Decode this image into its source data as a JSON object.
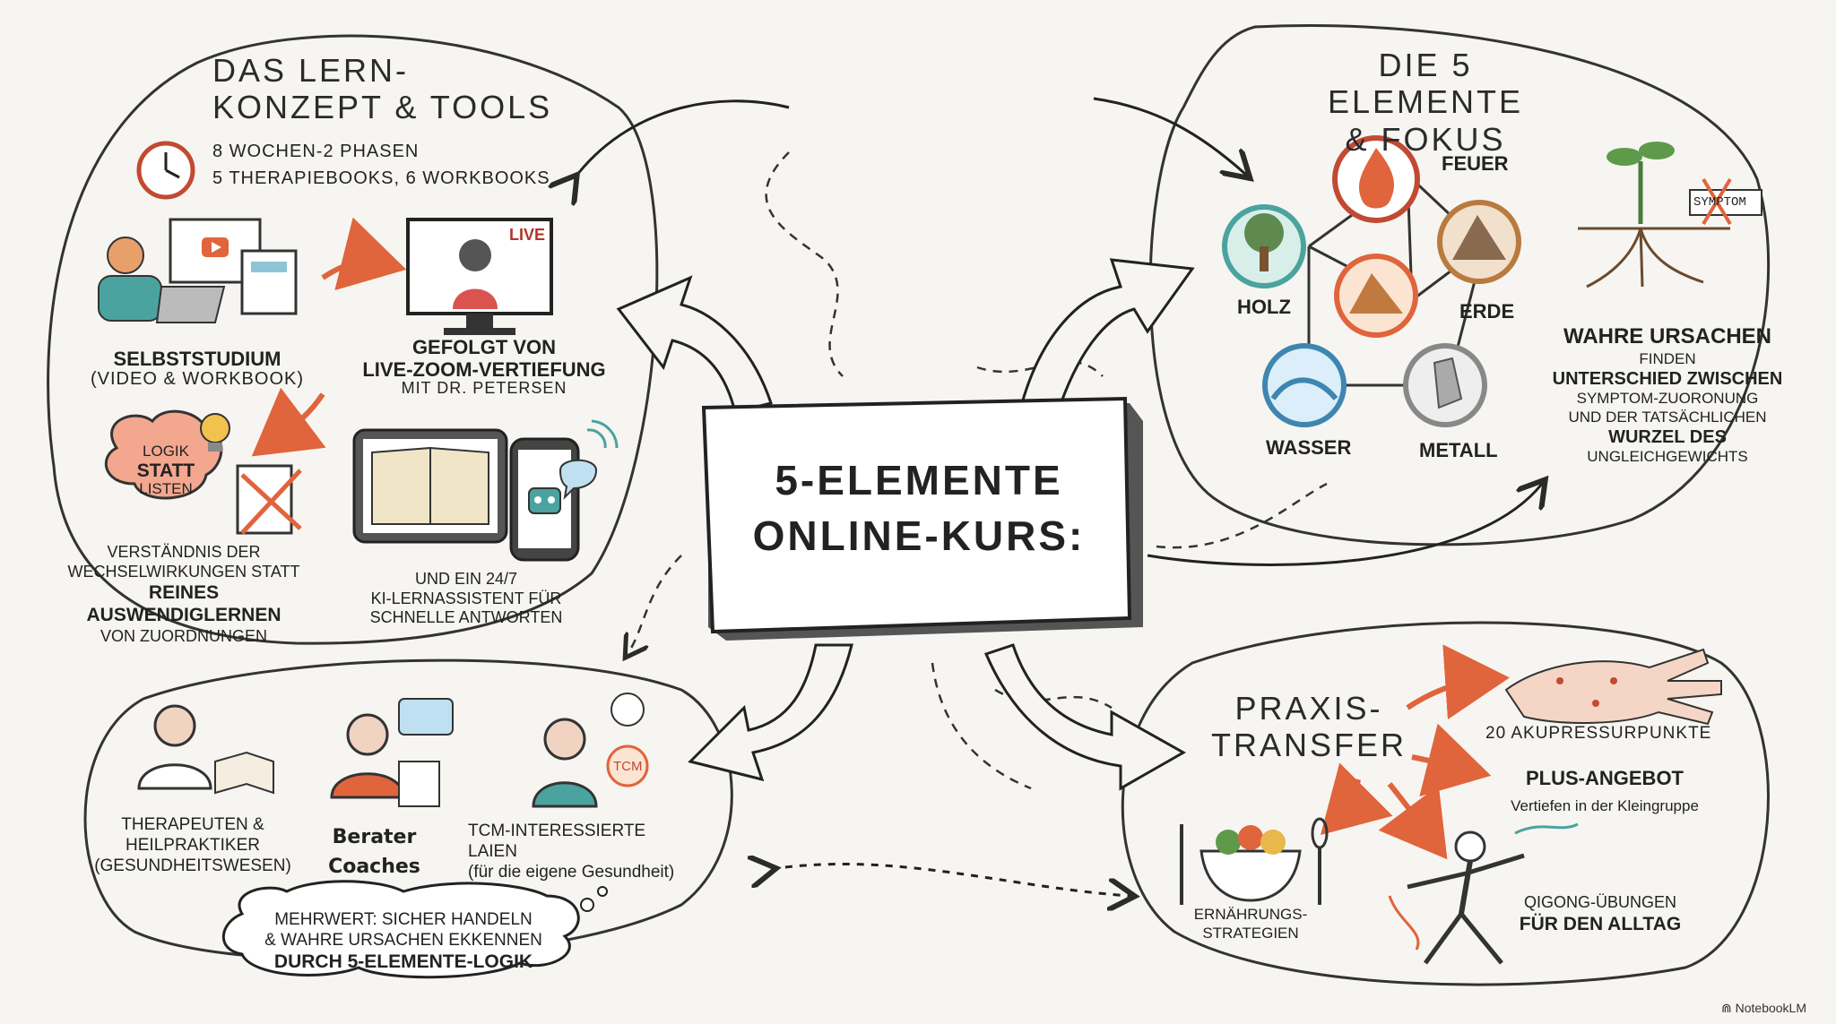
{
  "center": {
    "line1": "5-ELEMENTE",
    "line2": "ONLINE-KURS:"
  },
  "lernkonzept": {
    "title1": "DAS LERN-",
    "title2": "KONZEPT & TOOLS",
    "duration": "8 WOCHEN-2 PHASEN",
    "books": "5 THERAPIEBOOKS, 6 WORKBOOKS",
    "self_title": "SELBSTSTUDIUM",
    "self_sub": "(VIDEO & WORKBOOK)",
    "live_badge": "LIVE",
    "live_title1": "GEFOLGT VON",
    "live_title2": "LIVE-ZOOM-VERTIEFUNG",
    "live_sub": "MIT DR. PETERSEN",
    "brain1": "LOGIK",
    "brain2": "STATT",
    "brain3": "LISTEN",
    "understand1": "VERSTÄNDNIS DER",
    "understand2": "WECHSELWIRKUNGEN STATT",
    "understand3": "REINES AUSWENDIGLERNEN",
    "understand4": "VON ZUORDNUNGEN",
    "ki1": "UND EIN 24/7",
    "ki2": "KI-LERNASSISTENT FÜR",
    "ki3": "SCHNELLE ANTWORTEN"
  },
  "elemente": {
    "title1": "DIE 5 ELEMENTE",
    "title2": "& FOKUS",
    "feuer": "FEUER",
    "holz": "HOLZ",
    "erde": "ERDE",
    "wasser": "WASSER",
    "metall": "METALL",
    "symptom": "SYMPTOM",
    "u1": "WAHRE URSACHEN",
    "u2": "FINDEN",
    "u3": "UNTERSCHIED ZWISCHEN",
    "u4": "SYMPTOM-ZUORONUNG",
    "u5": "UND DER TATSÄCHLICHEN",
    "u6": "WURZEL DES",
    "u7": "UNGLEICHGEWICHTS"
  },
  "zielgruppe": {
    "g1a": "THERAPEUTEN &",
    "g1b": "HEILPRAKTIKER",
    "g1c": "(GESUNDHEITSWESEN)",
    "g2a": "Berater",
    "g2b": "Coaches",
    "g3a": "TCM-INTERESSIERTE",
    "g3b": "LAIEN",
    "g3c": "(für die eigene Gesundheit)",
    "tcm": "TCM",
    "m1": "MEHRWERT: SICHER HANDELN",
    "m2": "& WAHRE URSACHEN EKKENNEN",
    "m3": "DURCH 5-ELEMENTE-LOGIK"
  },
  "praxis": {
    "title1": "PRAXIS-",
    "title2": "TRANSFER",
    "akupressur": "20 AKUPRESSURPUNKTE",
    "plus": "PLUS-ANGEBOT",
    "plus_sub": "Vertiefen in der Kleingruppe",
    "ern1": "ERNÄHRUNGS-",
    "ern2": "STRATEGIEN",
    "qi1": "QIGONG-ÜBUNGEN",
    "qi2": "FÜR DEN ALLTAG"
  },
  "watermark": "NotebookLM",
  "colors": {
    "accent": "#e0643c",
    "teal": "#4aa39e",
    "ink": "#2b2b2b"
  }
}
